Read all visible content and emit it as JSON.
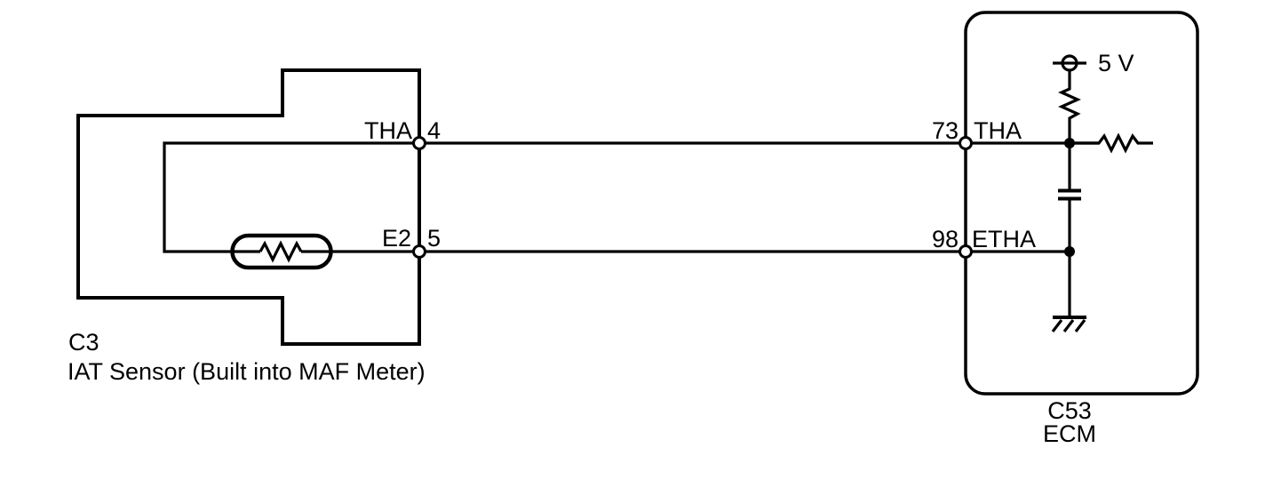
{
  "colors": {
    "background": "#ffffff",
    "line": "#000000"
  },
  "sensor": {
    "connector_id": "C3",
    "label": "IAT Sensor (Built into MAF Meter)",
    "pins": [
      {
        "name": "THA",
        "number": "4"
      },
      {
        "name": "E2",
        "number": "5"
      }
    ],
    "component": "thermistor"
  },
  "ecm": {
    "connector_id": "C53",
    "label": "ECM",
    "supply_label": "5 V",
    "pins": [
      {
        "number": "73",
        "name": "THA"
      },
      {
        "number": "98",
        "name": "ETHA"
      }
    ]
  },
  "symbols": {
    "power_source": "circle-with-crossbar",
    "pullup_resistor": "vertical-zigzag",
    "series_resistor": "horizontal-zigzag",
    "thermistor": "zigzag-in-oval",
    "capacitor": "parallel-plates",
    "ground": "bar-with-hatches"
  }
}
